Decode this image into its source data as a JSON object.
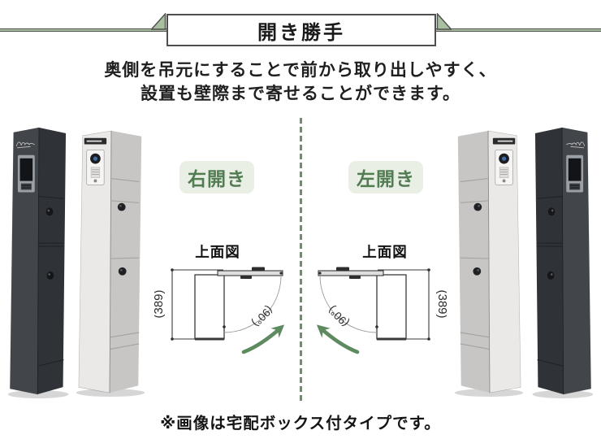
{
  "banner": {
    "title": "開き勝手"
  },
  "description": {
    "line1": "奥側を吊元にすることで前から取り出しやすく、",
    "line2": "設置も壁際まで寄せることができます。"
  },
  "sections": {
    "left": {
      "label": "右開き",
      "diagram_title": "上面図",
      "depth_dimension": "(389)",
      "swing_angle": "(90°)"
    },
    "right": {
      "label": "左開き",
      "diagram_title": "上面図",
      "depth_dimension": "(389)",
      "swing_angle": "(90°)"
    }
  },
  "footnote": "※画像は宅配ボックス付タイプです。",
  "colors": {
    "ribbon_green": "#a8c09f",
    "outline": "#4f4f4f",
    "title_text": "#1a1a1a",
    "body_text": "#1f1f1f",
    "pill_bg": "#e9efe4",
    "pill_text": "#527c52",
    "divider_green": "#6e8e6c",
    "arrow_green": "#5d8a5e",
    "diagram_line": "#3a3a3a",
    "arc_line": "#9a9a9a",
    "dim_text": "#2a2a2a"
  },
  "products": {
    "dark_post": {
      "palette": {
        "front": "#42464b",
        "side": "#2f3237",
        "top": "#565b61",
        "edge": "#1d2023",
        "seam": "#1f2226",
        "knob": "#141619",
        "knob_hi": "#5a5e63",
        "signature": "#c4c4c4",
        "intercom_frame": "#9aa0a6",
        "intercom_screen": "#121418",
        "grille": "#3c4045"
      }
    },
    "silver_post": {
      "palette": {
        "front": "#ebe9e7",
        "side": "#c8c6c4",
        "top": "#f5f4f2",
        "edge": "#8f8d8b",
        "seam": "#a3a19f",
        "knob": "#1e2023",
        "knob_hi": "#55585c",
        "plate": "#2b2b2b",
        "plate_text": "#d4d4d4",
        "unit": "#f6f5f4",
        "unit_stroke": "#a5a5a5",
        "camera": "#1b1d20",
        "lens": "#3e6ca3",
        "grille": "#e2e0de"
      }
    }
  }
}
